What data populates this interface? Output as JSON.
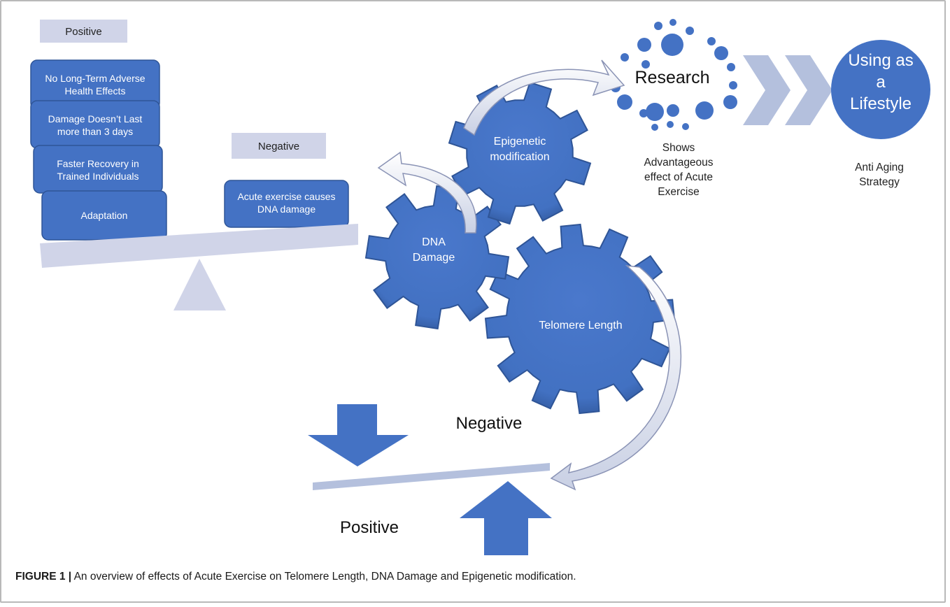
{
  "balance_scale": {
    "positive_header": "Positive",
    "negative_header": "Negative",
    "positive_items": [
      [
        "No Long-Term Adverse",
        "Health Effects"
      ],
      [
        "Damage Doesn’t Last",
        "more than 3 days"
      ],
      [
        "Faster Recovery in",
        "Trained Individuals"
      ],
      [
        "Adaptation"
      ]
    ],
    "negative_item": [
      "Acute exercise causes",
      "DNA damage"
    ]
  },
  "gears": {
    "epigenetic": [
      "Epigenetic",
      "modification"
    ],
    "dna": [
      "DNA",
      "Damage"
    ],
    "telomere": [
      "Telomere Length"
    ]
  },
  "research": {
    "label": "Research",
    "caption": [
      "Shows",
      "Advantageous",
      "effect of Acute",
      "Exercise"
    ]
  },
  "lifestyle": {
    "label": [
      "Using as",
      "a",
      "Lifestyle"
    ],
    "caption": [
      "Anti Aging",
      "Strategy"
    ]
  },
  "lower_balance": {
    "negative": "Negative",
    "positive": "Positive"
  },
  "caption": {
    "prefix": "FIGURE 1 |",
    "text": " An overview of effects of Acute Exercise on Telomere Length, DNA Damage and Epigenetic modification."
  },
  "colors": {
    "blue": "#4472c4",
    "blue_dark": "#2f5597",
    "light_purple": "#d0d4e8",
    "chevron": "#b4c0dd"
  }
}
